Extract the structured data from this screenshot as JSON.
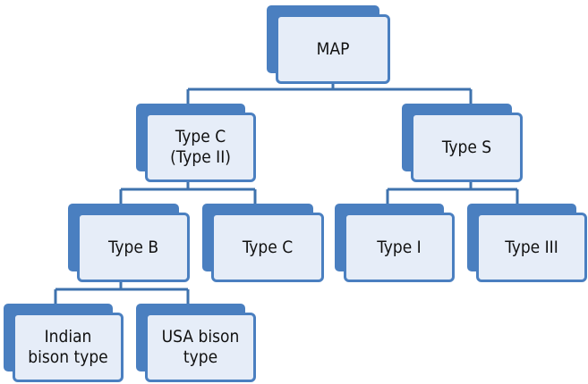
{
  "diagram": {
    "type": "hierarchy-tree",
    "colors": {
      "node_fill": "#e6edf8",
      "node_shadow": "#4a7fc0",
      "connector": "#3e72ad"
    },
    "nodes": {
      "map": "MAP",
      "type_c_ii": "Type C\n(Type II)",
      "type_s": "Type S",
      "type_b": "Type B",
      "type_c": "Type C",
      "type_i": "Type I",
      "type_iii": "Type III",
      "indian_bison": "Indian\nbison type",
      "usa_bison": "USA bison\ntype"
    },
    "edges": [
      [
        "map",
        "type_c_ii"
      ],
      [
        "map",
        "type_s"
      ],
      [
        "type_c_ii",
        "type_b"
      ],
      [
        "type_c_ii",
        "type_c"
      ],
      [
        "type_s",
        "type_i"
      ],
      [
        "type_s",
        "type_iii"
      ],
      [
        "type_b",
        "indian_bison"
      ],
      [
        "type_b",
        "usa_bison"
      ]
    ]
  }
}
